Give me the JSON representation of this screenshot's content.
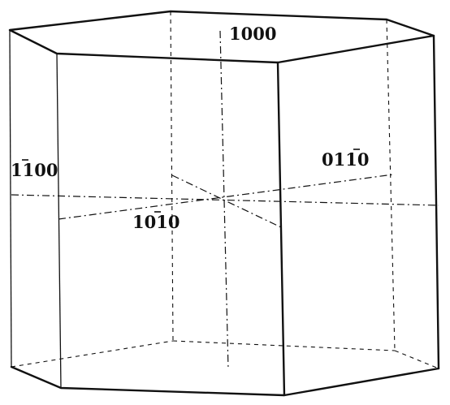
{
  "figure": {
    "labels": {
      "c_axis": "1000",
      "left_face": "1100",
      "right_face": "0110",
      "front_face": "1010"
    }
  }
}
